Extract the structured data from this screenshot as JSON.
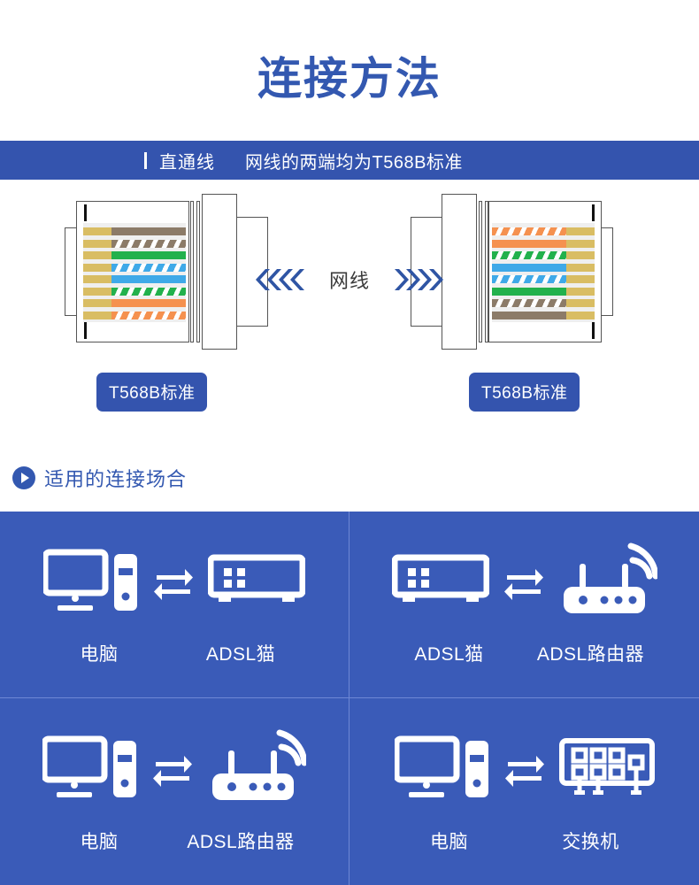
{
  "page": {
    "title": "连接方法",
    "title_color": "#3358B0",
    "banner_color": "#3454AE",
    "grid_color": "#3A5BB8"
  },
  "banner": {
    "tick": "丨",
    "kind": "直通线",
    "description": "网线的两端均为T568B标准"
  },
  "diagram": {
    "cable_label": "网线",
    "left_chevrons": "≪≪",
    "right_chevrons": "≫≫",
    "left_connector": {
      "standard_label": "T568B标准",
      "wires": [
        {
          "name": "brown",
          "class": "c-brown"
        },
        {
          "name": "white-brown",
          "class": "s-brown"
        },
        {
          "name": "green",
          "class": "c-green"
        },
        {
          "name": "white-blue",
          "class": "s-blue"
        },
        {
          "name": "blue",
          "class": "c-blue"
        },
        {
          "name": "white-green",
          "class": "s-green"
        },
        {
          "name": "orange",
          "class": "c-orange"
        },
        {
          "name": "white-orange",
          "class": "s-orange"
        }
      ]
    },
    "right_connector": {
      "standard_label": "T568B标准",
      "wires": [
        {
          "name": "white-orange",
          "class": "s-orange"
        },
        {
          "name": "orange",
          "class": "c-orange"
        },
        {
          "name": "white-green",
          "class": "s-green"
        },
        {
          "name": "blue",
          "class": "c-blue"
        },
        {
          "name": "white-blue",
          "class": "s-blue"
        },
        {
          "name": "green",
          "class": "c-green"
        },
        {
          "name": "white-brown",
          "class": "s-brown"
        },
        {
          "name": "brown",
          "class": "c-brown"
        }
      ]
    },
    "wire_colors": {
      "brown": "#8C7B68",
      "green": "#22B14C",
      "blue": "#3FA9E8",
      "orange": "#F5914F",
      "pin": "#D9BD63"
    }
  },
  "section": {
    "icon": "play-icon",
    "title": "适用的连接场合"
  },
  "scenarios": [
    {
      "left_icon": "computer-icon",
      "left_label": "电脑",
      "right_icon": "modem-icon",
      "right_label": "ADSL猫"
    },
    {
      "left_icon": "modem-icon",
      "left_label": "ADSL猫",
      "right_icon": "router-icon",
      "right_label": "ADSL路由器"
    },
    {
      "left_icon": "computer-icon",
      "left_label": "电脑",
      "right_icon": "router-icon",
      "right_label": "ADSL路由器"
    },
    {
      "left_icon": "computer-icon",
      "left_label": "电脑",
      "right_icon": "switch-icon",
      "right_label": "交换机"
    }
  ]
}
